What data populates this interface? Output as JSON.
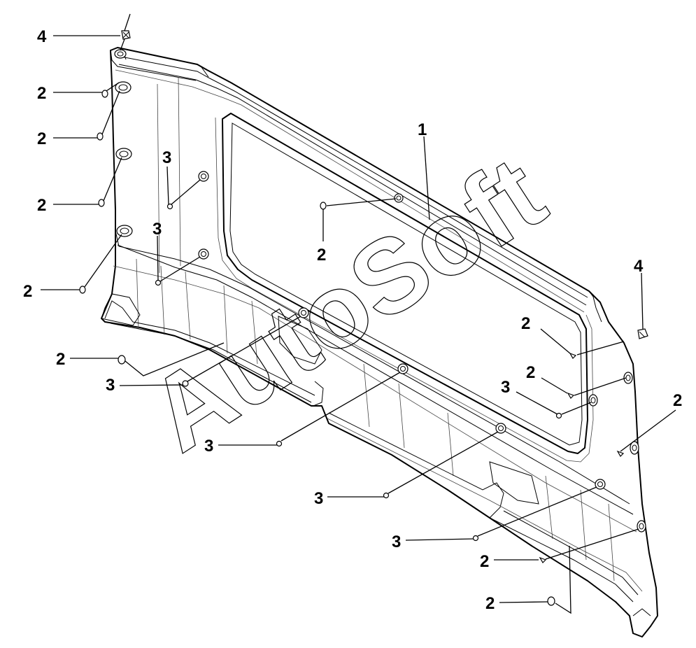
{
  "diagram": {
    "watermark": "AutoSoft",
    "callouts": [
      {
        "id": "c-4a",
        "label": "4"
      },
      {
        "id": "c-2a",
        "label": "2"
      },
      {
        "id": "c-2b",
        "label": "2"
      },
      {
        "id": "c-2c",
        "label": "2"
      },
      {
        "id": "c-3a",
        "label": "3"
      },
      {
        "id": "c-3b",
        "label": "3"
      },
      {
        "id": "c-2d",
        "label": "2"
      },
      {
        "id": "c-1",
        "label": "1"
      },
      {
        "id": "c-2e",
        "label": "2"
      },
      {
        "id": "c-4b",
        "label": "4"
      },
      {
        "id": "c-2f",
        "label": "2"
      },
      {
        "id": "c-2g",
        "label": "2"
      },
      {
        "id": "c-3c",
        "label": "3"
      },
      {
        "id": "c-2h",
        "label": "2"
      },
      {
        "id": "c-3d",
        "label": "3"
      },
      {
        "id": "c-2i",
        "label": "2"
      },
      {
        "id": "c-3e",
        "label": "3"
      },
      {
        "id": "c-3f",
        "label": "3"
      },
      {
        "id": "c-3g",
        "label": "3"
      },
      {
        "id": "c-2j",
        "label": "2"
      },
      {
        "id": "c-2k",
        "label": "2"
      }
    ]
  }
}
